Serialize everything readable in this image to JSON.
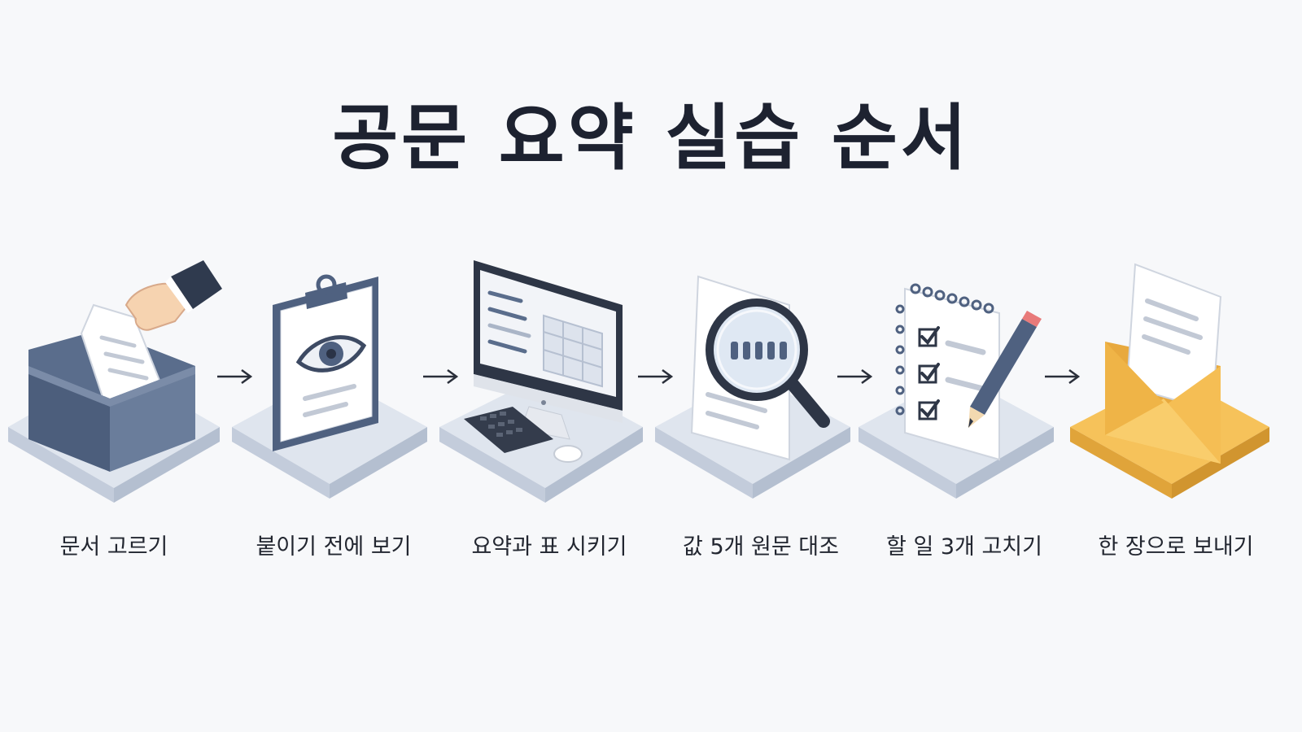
{
  "title": "공문 요약 실습 순서",
  "steps": [
    {
      "label": "문서 고르기",
      "icon": "inbox-tray-hand-icon"
    },
    {
      "label": "붙이기 전에 보기",
      "icon": "clipboard-eye-icon"
    },
    {
      "label": "요약과 표 시키기",
      "icon": "monitor-table-icon"
    },
    {
      "label": "값 5개 원문 대조",
      "icon": "magnifier-document-icon"
    },
    {
      "label": "할 일 3개 고치기",
      "icon": "checklist-pencil-icon"
    },
    {
      "label": "한 장으로 보내기",
      "icon": "envelope-document-icon"
    }
  ],
  "colors": {
    "platform": "#d6dde8",
    "platform_side": "#b9c3d3",
    "accent_dark": "#4a5a74",
    "highlight_platform": "#f0b64a",
    "title": "#1d2230"
  }
}
